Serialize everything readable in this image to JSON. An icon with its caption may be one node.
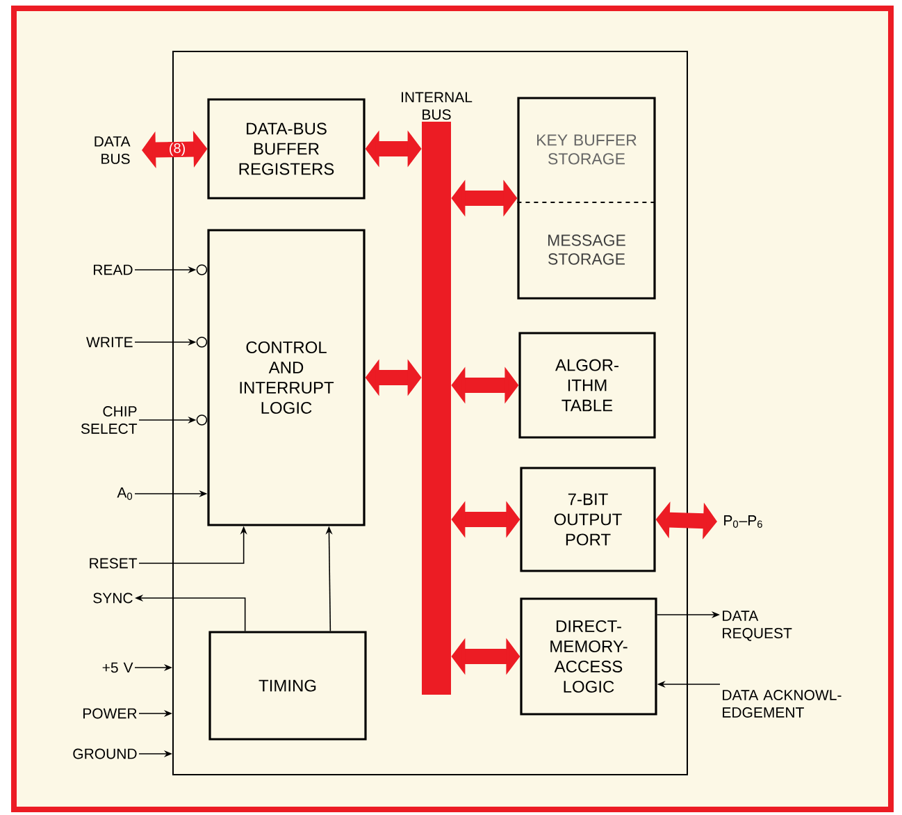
{
  "diagram": {
    "nodes": [
      {
        "text": [],
        "shape": "box"
      },
      {
        "text": [
          "DATA-BUS BUFFER REGISTERS"
        ],
        "in": 0
      },
      {
        "text": [
          "INTERNAL BUS"
        ],
        "in": 0
      },
      {
        "text": [
          "KEY BUFFER STORAGE",
          "MESSAGE STORAGE"
        ],
        "in": 0
      },
      {
        "text": [
          "CONTROL AND INTERRUPT LOGIC"
        ],
        "in": 0
      },
      {
        "text": [
          "ALGOR- ITHM TABLE"
        ],
        "in": 0
      },
      {
        "text": [
          "7-BIT OUTPUT PORT"
        ],
        "in": 0
      },
      {
        "text": [
          "DIRECT- MEMORY- ACCESS LOGIC"
        ],
        "in": 0
      },
      {
        "text": [
          "TIMING"
        ],
        "in": 0
      },
      {
        "text": [
          "DATA BUS"
        ]
      },
      {
        "text": [
          "READ"
        ]
      },
      {
        "text": [
          "WRITE"
        ]
      },
      {
        "text": [
          "CHIP SELECT"
        ]
      },
      {
        "text": [
          "A$_{0}$"
        ]
      },
      {
        "text": [
          "RESET"
        ]
      },
      {
        "text": [
          "SYNC"
        ]
      },
      {
        "text": [
          "+5 V"
        ]
      },
      {
        "text": [
          "POWER"
        ]
      },
      {
        "text": [
          "GROUND"
        ]
      },
      {
        "text": [
          "P$_{0}$–P$_{6}$"
        ]
      },
      {
        "text": [
          "DATA REQUEST"
        ]
      },
      {
        "text": [
          "DATA ACKNOWL- EDGEMENT"
        ]
      }
    ],
    "edges": [
      {
        "from": 9,
        "to": 1,
        "arrow": "both",
        "label": "(8)",
        "style": "thick",
        "color": "#ec1c24"
      },
      {
        "from": 1,
        "to": 2,
        "arrow": "both",
        "style": "thick",
        "color": "#ec1c24"
      },
      {
        "from": 2,
        "to": 3,
        "arrow": "both",
        "style": "thick",
        "color": "#ec1c24"
      },
      {
        "from": 4,
        "to": 2,
        "arrow": "both",
        "style": "thick",
        "color": "#ec1c24"
      },
      {
        "from": 2,
        "to": 5,
        "arrow": "both",
        "style": "thick",
        "color": "#ec1c24"
      },
      {
        "from": 2,
        "to": 6,
        "arrow": "both",
        "style": "thick",
        "color": "#ec1c24"
      },
      {
        "from": 2,
        "to": 7,
        "arrow": "both",
        "style": "thick",
        "color": "#ec1c24"
      },
      {
        "from": 6,
        "to": 19,
        "arrow": "both",
        "style": "thick",
        "color": "#ec1c24"
      },
      {
        "from": 10,
        "to": 4,
        "arrow": "to"
      },
      {
        "from": 11,
        "to": 4,
        "arrow": "to"
      },
      {
        "from": 12,
        "to": 4,
        "arrow": "to"
      },
      {
        "from": 13,
        "to": 4,
        "arrow": "to"
      },
      {
        "from": 14,
        "to": 4,
        "arrow": "to"
      },
      {
        "from": 8,
        "to": 4,
        "arrow": "to"
      },
      {
        "from": 8,
        "to": 15,
        "arrow": "to"
      },
      {
        "from": 16,
        "to": 0,
        "arrow": "to"
      },
      {
        "from": 17,
        "to": 0,
        "arrow": "to"
      },
      {
        "from": 18,
        "to": 0,
        "arrow": "to"
      },
      {
        "from": 7,
        "to": 20,
        "arrow": "to"
      },
      {
        "from": 21,
        "to": 7,
        "arrow": "to"
      }
    ]
  }
}
